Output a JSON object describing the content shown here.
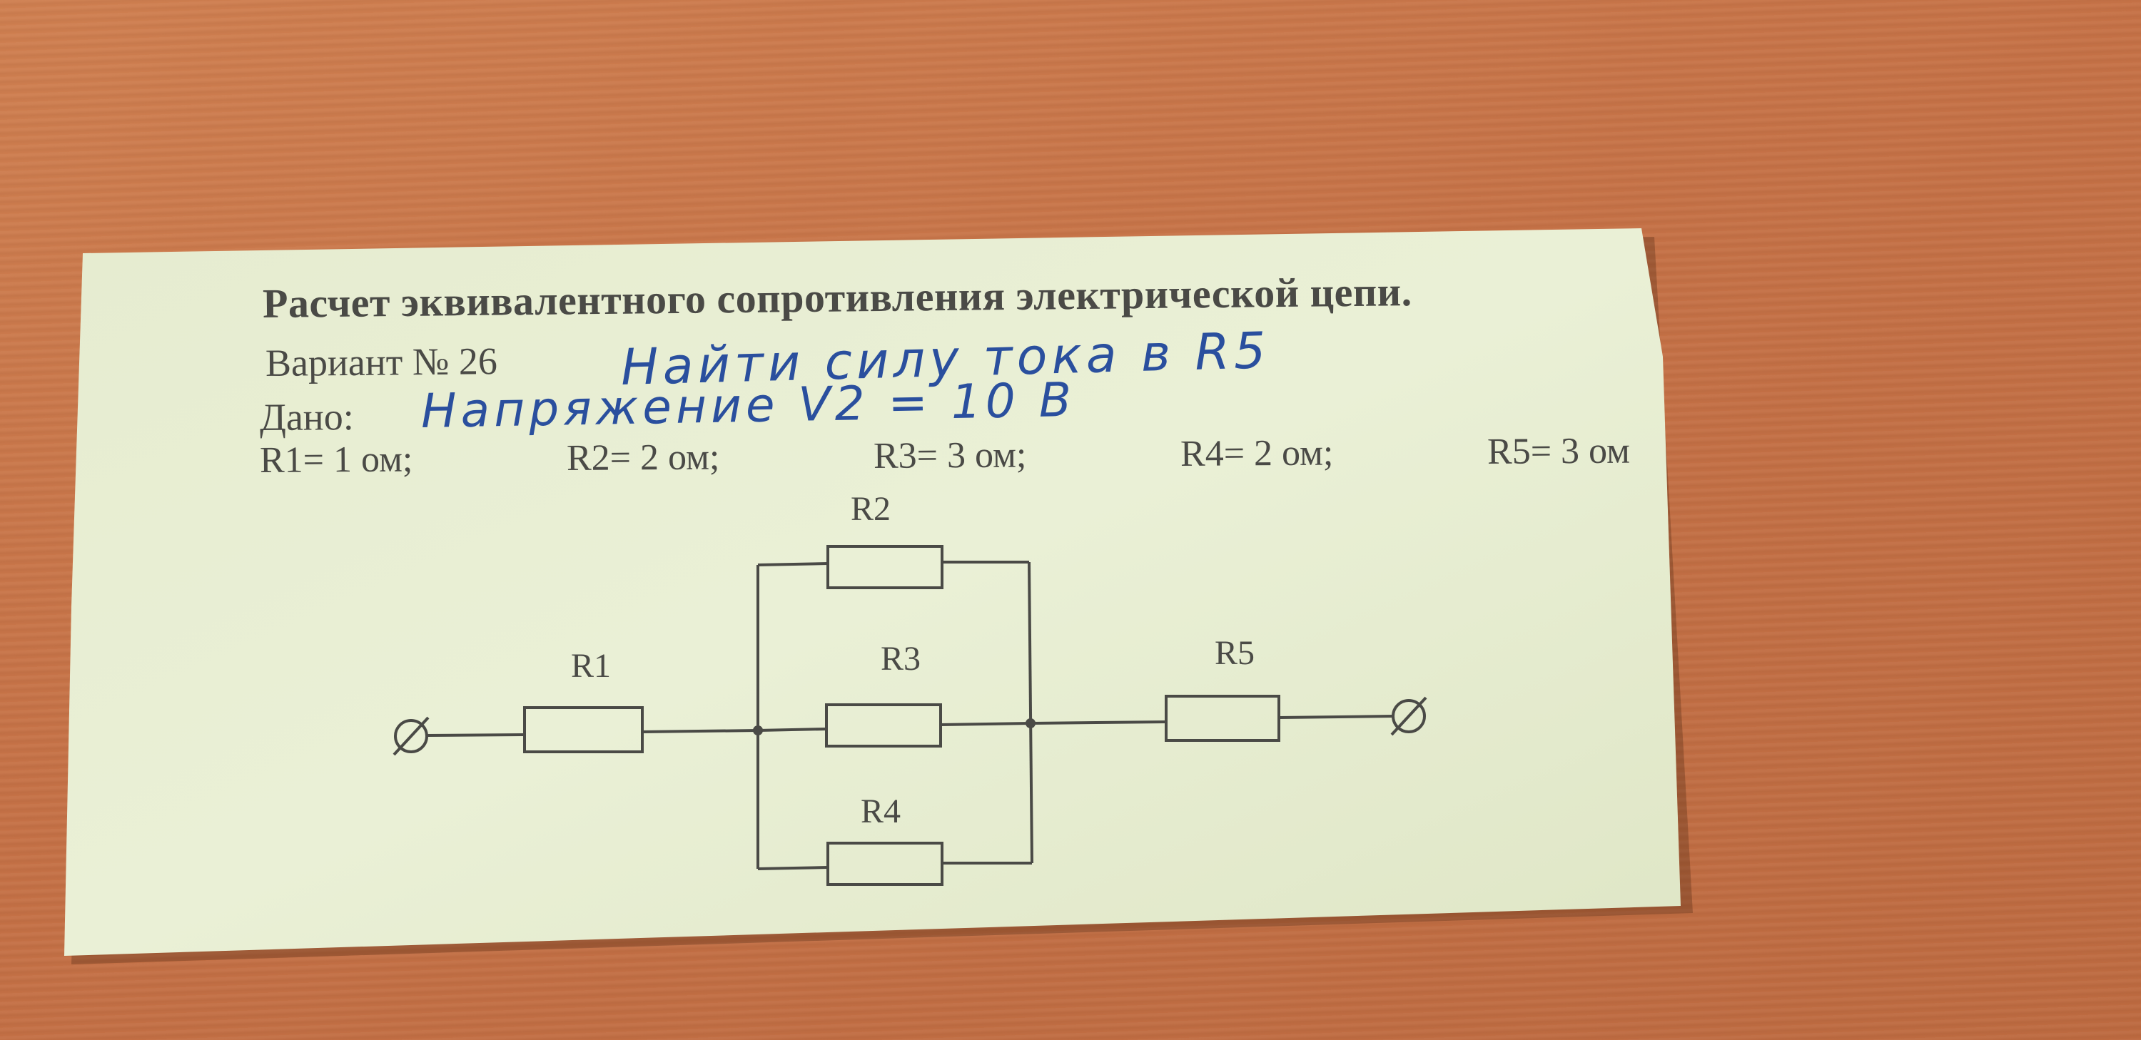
{
  "sheet": {
    "title": "Расчет эквивалентного сопротивления электрической цепи.",
    "variant_label": "Вариант № 26",
    "given_label": "Дано:",
    "handwritten_task": "Найти силу тока в R5",
    "handwritten_given": "Напряжение V2 = 10 В",
    "params": [
      "R1= 1 ом;",
      "R2= 2 ом;",
      "R3= 3 ом;",
      "R4= 2 ом;",
      "R5= 3 ом"
    ]
  },
  "circuit": {
    "labels": {
      "r1": "R1",
      "r2": "R2",
      "r3": "R3",
      "r4": "R4",
      "r5": "R5"
    }
  },
  "colors": {
    "table": "#c8774a",
    "paper": "#e8eed0",
    "print": "#4a4a46",
    "ink": "#2a4f9e"
  }
}
